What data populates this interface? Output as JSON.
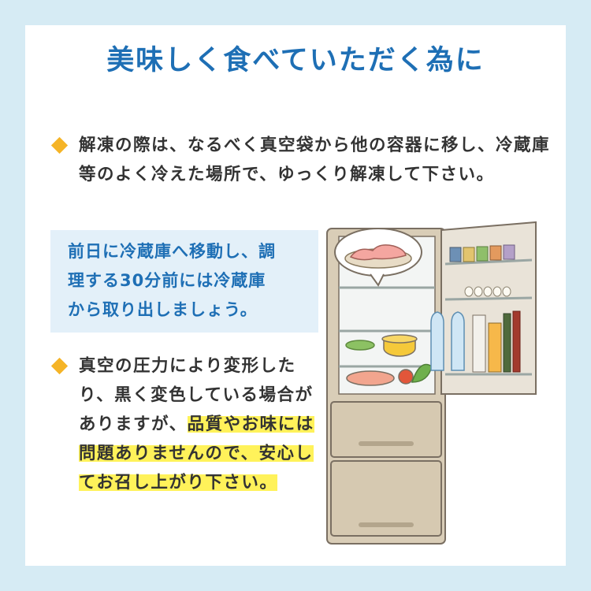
{
  "title": "美味しく食べていただく為に",
  "paragraph1": "解凍の際は、なるべく真空袋から他の容器に移し、冷蔵庫等のよく冷えた場所で、ゆっくり解凍して下さい。",
  "note": {
    "line1": "前日に冷蔵庫へ移動し、調",
    "line2": "理する30分前には冷蔵庫",
    "line3": "から取り出しましょう。"
  },
  "paragraph2": {
    "normal": "真空の圧力により変形したり、黒く変色している場合がありますが、",
    "highlight": "品質やお味には問題ありませんので、安心してお召し上がり下さい。"
  },
  "colors": {
    "background": "#d6ebf4",
    "accent_blue": "#1e6fb5",
    "bullet": "#f5b427",
    "highlight": "#fff25a"
  },
  "icons": {
    "bullet": "diamond-bullet-icon",
    "illustration": "refrigerator-illustration"
  }
}
